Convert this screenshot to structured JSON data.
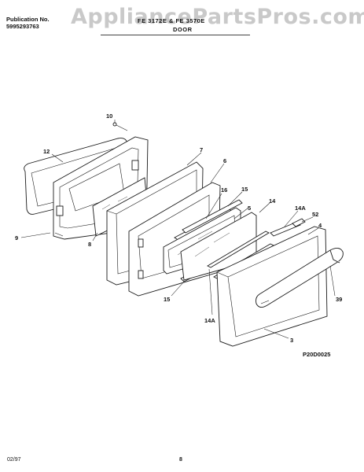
{
  "watermark": "AppliancePartsPros.com",
  "header": {
    "publication_label": "Publication No.",
    "publication_number": "5995293763",
    "model": "FE 3172E & FE 3570E",
    "section": "DOOR"
  },
  "diagram": {
    "callouts": [
      "10",
      "12",
      "7",
      "6",
      "16",
      "15",
      "5",
      "14",
      "14A",
      "52",
      "4",
      "9",
      "8",
      "15",
      "14A",
      "39",
      "3"
    ]
  },
  "footer": {
    "diagram_code": "P20D0025",
    "date": "02/97",
    "page": "8"
  }
}
